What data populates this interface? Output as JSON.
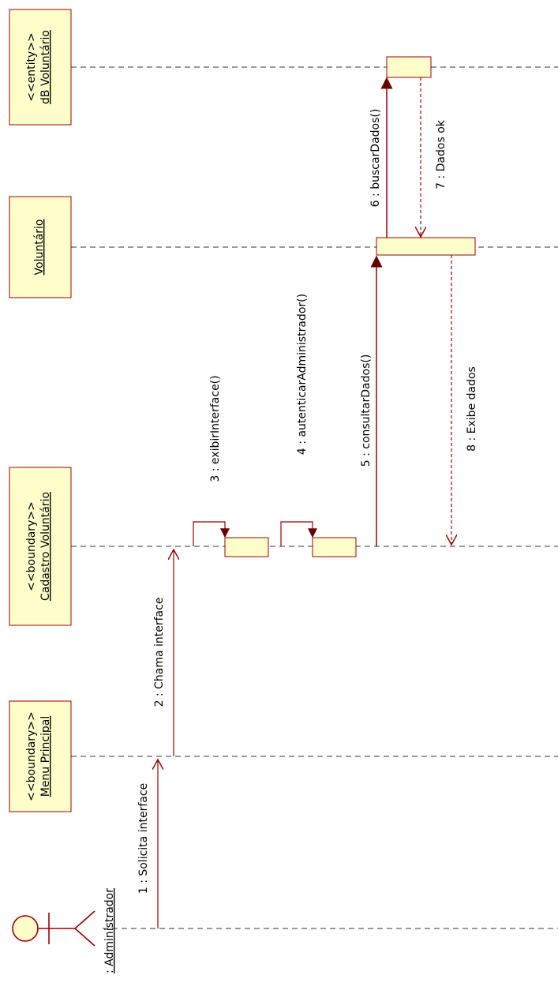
{
  "actor": {
    "name": ": Administrador"
  },
  "lifelines": [
    {
      "stereotype": "<<entity>>",
      "name": "dB Voluntário"
    },
    {
      "stereotype": "",
      "name": "Voluntário"
    },
    {
      "stereotype": "<<boundary>>",
      "name": "Cadastro Voluntário"
    },
    {
      "stereotype": "<<boundary>>",
      "name": "Menu Principal"
    }
  ],
  "messages": [
    {
      "label": "1 : Solicita interface"
    },
    {
      "label": "2 : Chama interface"
    },
    {
      "label": "3 : exibirInterface()"
    },
    {
      "label": "4 : autenticarAdministrador()"
    },
    {
      "label": "5 : consultarDados()"
    },
    {
      "label": "6 : buscarDados()"
    },
    {
      "label": "7 : Dados ok"
    },
    {
      "label": "8 : Exibe dados"
    }
  ],
  "colors": {
    "box_fill": "#ffffcc",
    "box_stroke": "#990000",
    "message_line": "#990000",
    "arrow_head": "#660000"
  }
}
